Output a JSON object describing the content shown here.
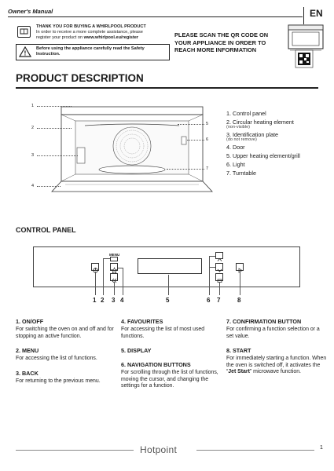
{
  "header": {
    "title": "Owner's Manual",
    "lang": "EN"
  },
  "intro": {
    "thanks_title": "THANK YOU FOR BUYING A WHIRLPOOL PRODUCT",
    "thanks_line1": "In order to receive a more complete assistance, please",
    "thanks_line2": "register your product on ",
    "thanks_url": "www.whirlpool.eu/register",
    "warning_line1": "Before using the appliance carefully read the Safety",
    "warning_line2": "Instruction.",
    "qr_line1": "PLEASE SCAN THE QR CODE ON",
    "qr_line2": "YOUR APPLIANCE IN ORDER TO",
    "qr_line3": "REACH MORE INFORMATION"
  },
  "product_description": {
    "title": "PRODUCT DESCRIPTION",
    "callouts": [
      "1",
      "2",
      "3",
      "4",
      "5",
      "6",
      "7"
    ],
    "items": [
      {
        "num": "1.",
        "label": "Control panel",
        "note": ""
      },
      {
        "num": "2.",
        "label": "Circular heating element",
        "note": "(non-visible)"
      },
      {
        "num": "3.",
        "label": "Identification plate",
        "note": "(do not remove)"
      },
      {
        "num": "4.",
        "label": "Door",
        "note": ""
      },
      {
        "num": "5.",
        "label": "Upper heating element/grill",
        "note": ""
      },
      {
        "num": "6.",
        "label": "Light",
        "note": ""
      },
      {
        "num": "7.",
        "label": "Turntable",
        "note": ""
      }
    ]
  },
  "control_panel": {
    "title": "CONTROL PANEL",
    "menu_label": "MENU",
    "numbers": [
      "1",
      "2",
      "3",
      "4",
      "5",
      "6",
      "7",
      "8"
    ],
    "descriptions": {
      "on_off": {
        "title": "1. ON/OFF",
        "text": "For switching the oven on and off and for stopping an active function."
      },
      "menu": {
        "title": "2. MENU",
        "text": "For accessing the list of functions."
      },
      "back": {
        "title": "3. BACK",
        "text": "For returning to the previous menu."
      },
      "favourites": {
        "title": "4. FAVOURITES",
        "text": "For accessing the list of most used functions."
      },
      "display": {
        "title": "5. DISPLAY",
        "text": ""
      },
      "navigation": {
        "title": "6. NAVIGATION BUTTONS",
        "text": "For scrolling through the list of functions, moving the cursor, and changing the settings for a function."
      },
      "confirm": {
        "title": "7. CONFIRMATION BUTTON",
        "text": "For confirming a function selection or a set value."
      },
      "start": {
        "title": "8.  START",
        "text_before": "For immediately starting a function. When the oven is switched off, it activates the “",
        "text_bold": "Jet Start",
        "text_after": "” microwave function."
      }
    }
  },
  "footer": {
    "brand": "Hotpoint",
    "page": "1"
  }
}
